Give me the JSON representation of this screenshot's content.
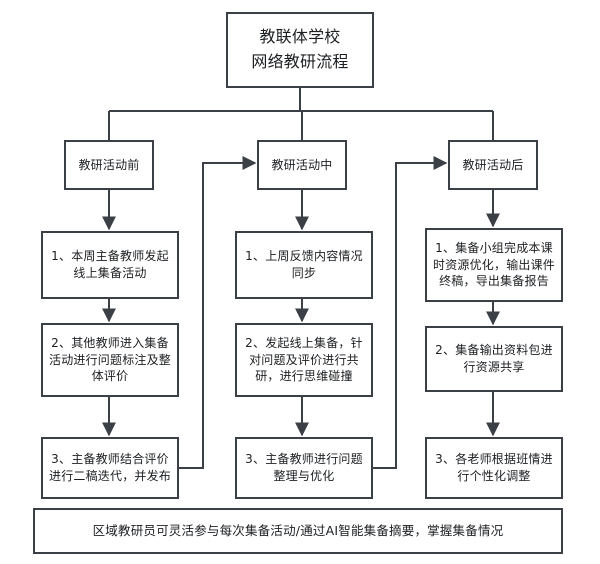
{
  "title": {
    "text": "教联体学校\n网络教研流程"
  },
  "stages": [
    {
      "label": "教研活动前"
    },
    {
      "label": "教研活动中"
    },
    {
      "label": "教研活动后"
    }
  ],
  "columns": [
    {
      "stage": "教研活动前",
      "steps": [
        {
          "text": "1、本周主备教师发起\n线上集备活动"
        },
        {
          "text": "2、其他教师进入集备\n活动进行问题标注及整\n体评价"
        },
        {
          "text": "3、主备教师结合评价\n进行二稿迭代，并发布"
        }
      ]
    },
    {
      "stage": "教研活动中",
      "steps": [
        {
          "text": "1、上周反馈内容情况\n同步"
        },
        {
          "text": "2、发起线上集备，针\n对问题及评价进行共\n研，进行思维碰撞"
        },
        {
          "text": "3、主备教师进行问题\n整理与优化"
        }
      ]
    },
    {
      "stage": "教研活动后",
      "steps": [
        {
          "text": "1、集备小组完成本课\n时资源优化，输出课件\n终稿，导出集备报告"
        },
        {
          "text": "2、集备输出资料包进\n行资源共享"
        },
        {
          "text": "3、各老师根据班情进\n行个性化调整"
        }
      ]
    }
  ],
  "footer": {
    "text": "区域教研员可灵活参与每次集备活动/通过AI智能集备摘要，掌握集备情况"
  },
  "style": {
    "line_color": "#3b4046",
    "text_color": "#1c1f22",
    "background": "#ffffff"
  }
}
